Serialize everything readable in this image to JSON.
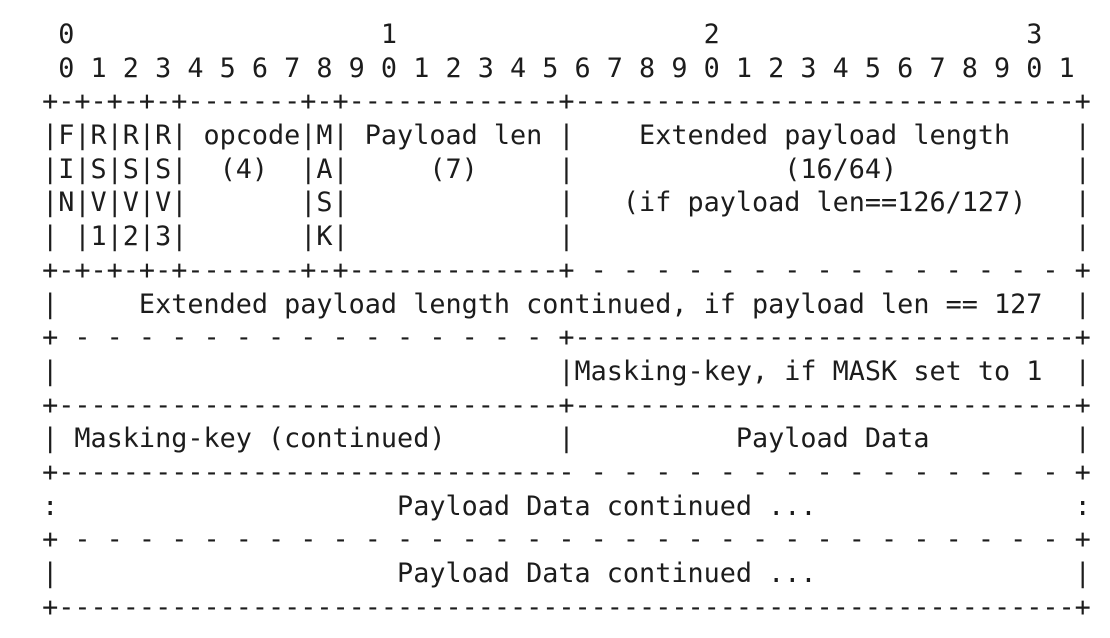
{
  "diagram": {
    "lines": [
      "  0                   1                   2                   3",
      "  0 1 2 3 4 5 6 7 8 9 0 1 2 3 4 5 6 7 8 9 0 1 2 3 4 5 6 7 8 9 0 1",
      " +-+-+-+-+-------+-+-------------+-------------------------------+",
      " |F|R|R|R| opcode|M| Payload len |    Extended payload length    |",
      " |I|S|S|S|  (4)  |A|     (7)     |             (16/64)           |",
      " |N|V|V|V|       |S|             |   (if payload len==126/127)   |",
      " | |1|2|3|       |K|             |                               |",
      " +-+-+-+-+-------+-+-------------+ - - - - - - - - - - - - - - - +",
      " |     Extended payload length continued, if payload len == 127  |",
      " + - - - - - - - - - - - - - - - +-------------------------------+",
      " |                               |Masking-key, if MASK set to 1  |",
      " +-------------------------------+-------------------------------+",
      " | Masking-key (continued)       |          Payload Data         |",
      " +-------------------------------- - - - - - - - - - - - - - - - +",
      " :                     Payload Data continued ...                :",
      " + - - - - - - - - - - - - - - - - - - - - - - - - - - - - - - - +",
      " |                     Payload Data continued ...                |",
      " +---------------------------------------------------------------+"
    ]
  }
}
